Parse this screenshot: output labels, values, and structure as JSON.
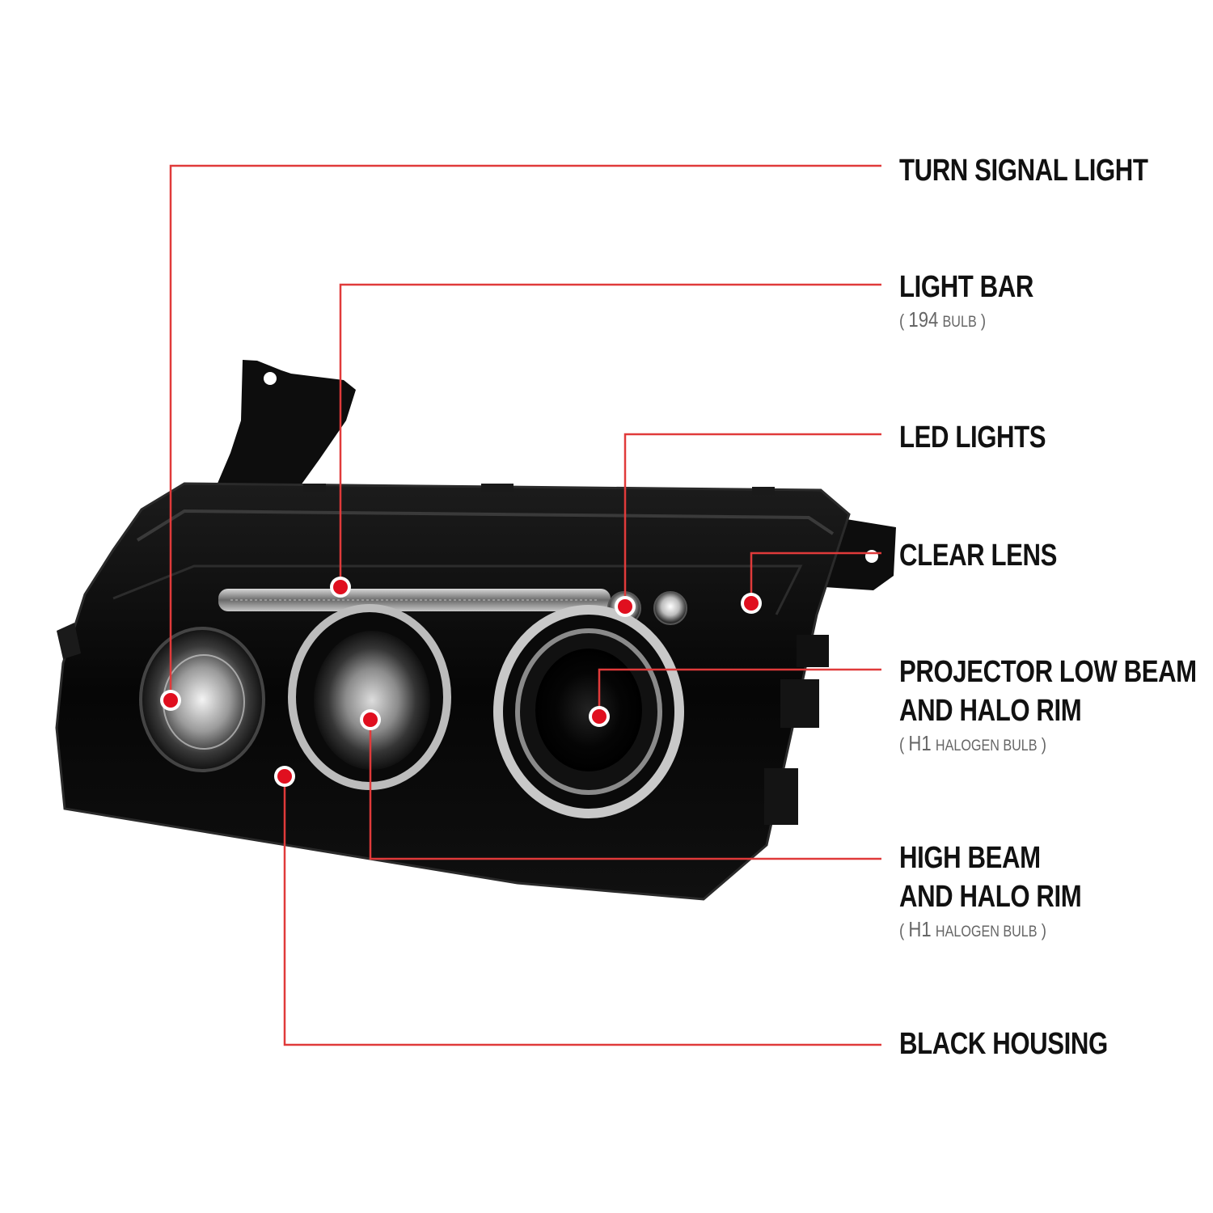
{
  "colors": {
    "background": "#ffffff",
    "leader_line": "#e03a3a",
    "marker": "#e00f1f",
    "label_text": "#111111",
    "sub_text": "#666666",
    "housing": "#0b0b0b"
  },
  "callouts": [
    {
      "id": "turn-signal",
      "title_lines": [
        "TURN SIGNAL LIGHT"
      ]
    },
    {
      "id": "light-bar",
      "title_lines": [
        "LIGHT BAR"
      ],
      "note": {
        "open": "(",
        "value": "194",
        "unit": "BULB",
        "close": ")"
      }
    },
    {
      "id": "led-lights",
      "title_lines": [
        "LED LIGHTS"
      ]
    },
    {
      "id": "clear-lens",
      "title_lines": [
        "CLEAR LENS"
      ]
    },
    {
      "id": "projector-low-beam",
      "title_lines": [
        "PROJECTOR LOW BEAM",
        "AND HALO RIM"
      ],
      "note": {
        "open": "(",
        "value": "H1",
        "unit": "HALOGEN BULB",
        "close": ")"
      }
    },
    {
      "id": "high-beam",
      "title_lines": [
        "HIGH BEAM",
        "AND HALO RIM"
      ],
      "note": {
        "open": "(",
        "value": "H1",
        "unit": "HALOGEN BULB",
        "close": ")"
      }
    },
    {
      "id": "black-housing",
      "title_lines": [
        "BLACK HOUSING"
      ]
    }
  ]
}
